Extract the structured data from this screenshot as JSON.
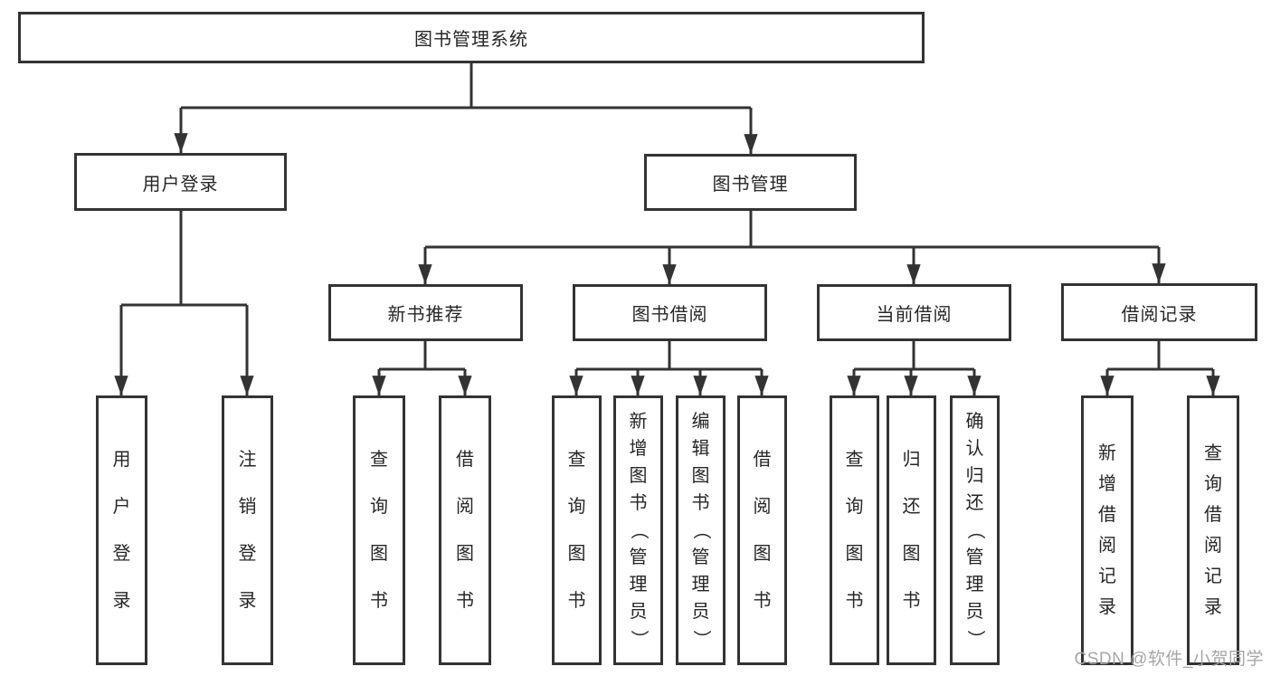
{
  "diagram": {
    "root": {
      "label": "图书管理系统"
    },
    "branches": [
      {
        "label": "用户登录",
        "children": [
          {
            "label": "用户登录"
          },
          {
            "label": "注销登录"
          }
        ]
      },
      {
        "label": "图书管理",
        "children": [
          {
            "label": "新书推荐",
            "children": [
              {
                "label": "查询图书"
              },
              {
                "label": "借阅图书"
              }
            ]
          },
          {
            "label": "图书借阅",
            "children": [
              {
                "label": "查询图书"
              },
              {
                "label": "新增图书（管理员）"
              },
              {
                "label": "编辑图书（管理员）"
              },
              {
                "label": "借阅图书"
              }
            ]
          },
          {
            "label": "当前借阅",
            "children": [
              {
                "label": "查询图书"
              },
              {
                "label": "归还图书"
              },
              {
                "label": "确认归还（管理员）"
              }
            ]
          },
          {
            "label": "借阅记录",
            "children": [
              {
                "label": "新增借阅记录"
              },
              {
                "label": "查询借阅记录"
              }
            ]
          }
        ]
      }
    ]
  },
  "watermark": {
    "text": "CSDN @软件_小贺同学"
  },
  "colors": {
    "background": "#ffffff",
    "line": "#333333",
    "text": "#262626",
    "watermark": "#a6a6a6"
  }
}
